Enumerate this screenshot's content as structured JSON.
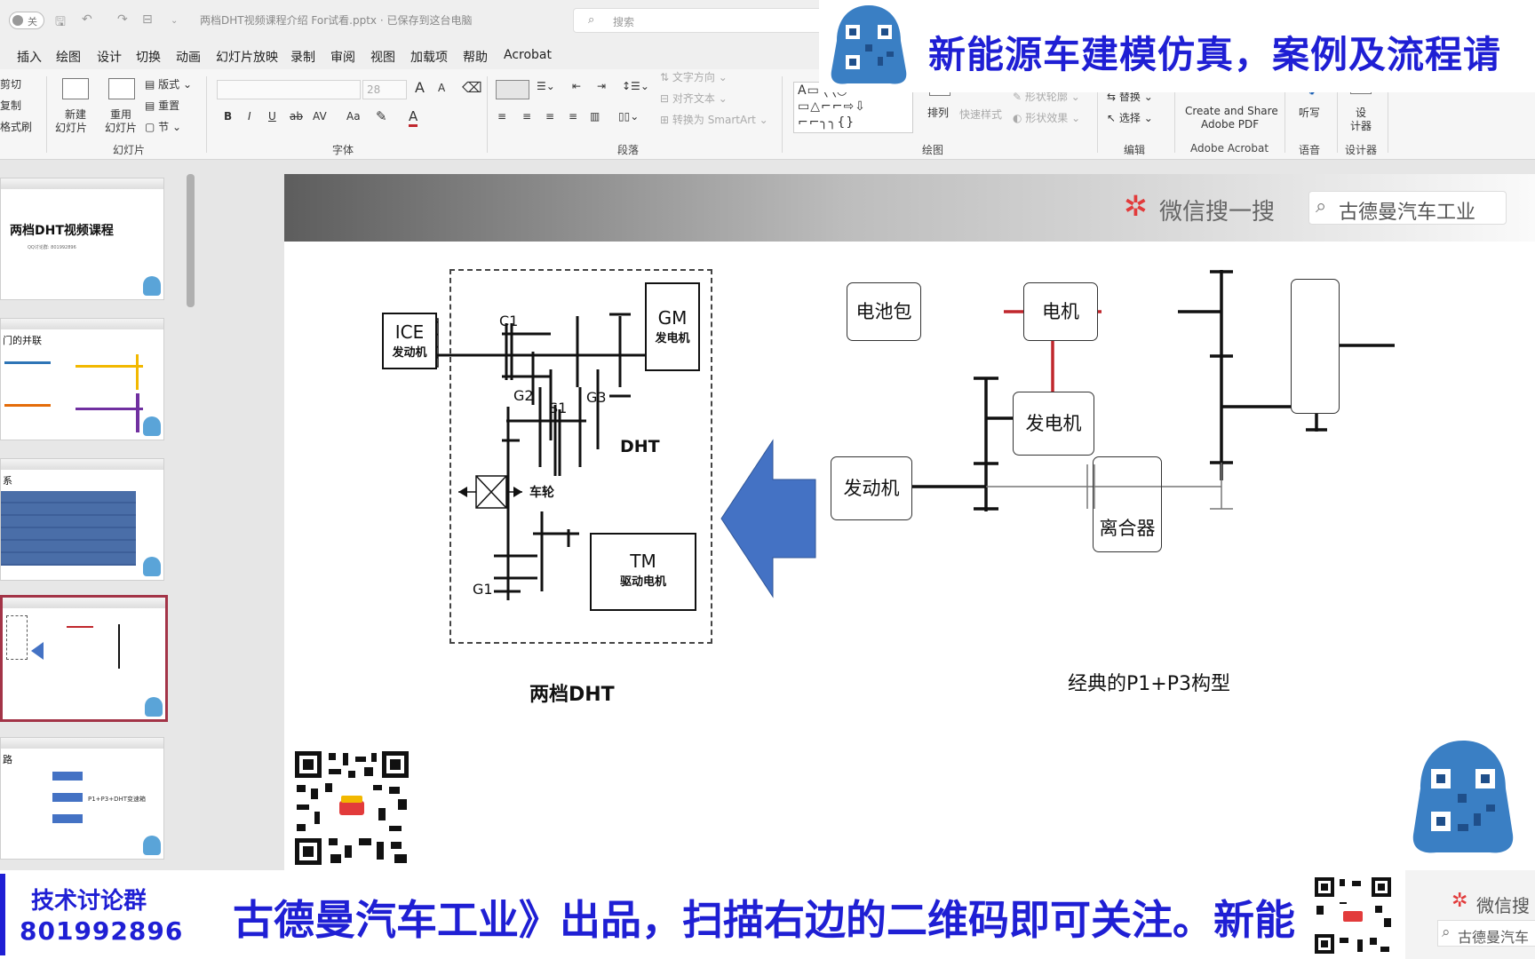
{
  "titlebar": {
    "autosave_label": "关",
    "document_title": "两档DHT视频课程介绍 For试看.pptx · 已保存到这台电脑",
    "search_placeholder": "搜索"
  },
  "menu": {
    "items": [
      "插入",
      "绘图",
      "设计",
      "切换",
      "动画",
      "幻灯片放映",
      "录制",
      "审阅",
      "视图",
      "加载项",
      "帮助",
      "Acrobat"
    ]
  },
  "ribbon": {
    "clipboard": {
      "cut": "剪切",
      "copy": "复制",
      "format_painter": "格式刷"
    },
    "slides": {
      "new_slide_1": "新建",
      "new_slide_2": "幻灯片",
      "reuse_1": "重用",
      "reuse_2": "幻灯片",
      "layout": "版式",
      "reset": "重置",
      "section": "节",
      "group": "幻灯片"
    },
    "font": {
      "font_size": "28",
      "group": "字体",
      "bold": "B",
      "italic": "I",
      "underline": "U",
      "strike": "ab",
      "spacing": "AV",
      "case": "Aa",
      "grow": "A",
      "shrink": "A"
    },
    "paragraph": {
      "text_direction": "文字方向",
      "align_text": "对齐文本",
      "convert_smartart": "转换为 SmartArt",
      "group": "段落"
    },
    "drawing": {
      "arrange": "排列",
      "quick_styles": "快速样式",
      "shape_outline": "形状轮廓",
      "shape_effects": "形状效果",
      "group": "绘图",
      "shapes_row1": "A▭╲╲○",
      "shapes_row2": "▭△⌐⌐⇨⇩",
      "shapes_row3": "⌐⌐╮╮{}"
    },
    "editing": {
      "replace": "替换",
      "select": "选择",
      "group": "编辑"
    },
    "acrobat": {
      "create_share_1": "Create and Share",
      "create_share_2": "Adobe PDF",
      "group": "Adobe Acrobat"
    },
    "voice": {
      "dictate": "听写",
      "group": "语音"
    },
    "designer": {
      "designer_1": "设",
      "designer_2": "计器",
      "group": "设计器"
    }
  },
  "thumbnails": [
    {
      "title": "两档DHT视频课程",
      "subtitle": "QQ讨论群: 801992896"
    },
    {
      "title": "门的并联"
    },
    {
      "title": "系"
    },
    {
      "title": ""
    },
    {
      "title": "路",
      "text": "P1+P3+DHT变速箱"
    }
  ],
  "slide": {
    "wechat_search": "微信搜一搜",
    "wechat_query": "古德曼汽车工业",
    "left_diagram": {
      "ice": "ICE",
      "ice_cn": "发动机",
      "gm": "GM",
      "gm_cn": "发电机",
      "tm": "TM",
      "tm_cn": "驱动电机",
      "dht": "DHT",
      "c1": "C1",
      "g2": "G2",
      "g3": "G3",
      "s1": "S1",
      "g1": "G1",
      "wheel": "车轮",
      "caption": "两档DHT"
    },
    "right_diagram": {
      "battery": "电池包",
      "motor": "电机",
      "generator": "发电机",
      "engine": "发动机",
      "clutch": "离合器",
      "caption": "经典的P1+P3构型"
    }
  },
  "overlays": {
    "top_banner": "新能源车建模仿真，案例及流程请",
    "bottom_group_label": "技术讨论群",
    "bottom_group_number": "801992896",
    "bottom_text": "古德曼汽车工业》出品，扫描右边的二维码即可关注。新能",
    "bottom_wechat": "微信搜",
    "bottom_wechat_query": "古德曼汽车"
  },
  "colors": {
    "banner_text": "#1f1fd4",
    "arrow_fill": "#4472c4",
    "red_line": "#c0272d",
    "selected_thumb_border": "#a33447"
  }
}
